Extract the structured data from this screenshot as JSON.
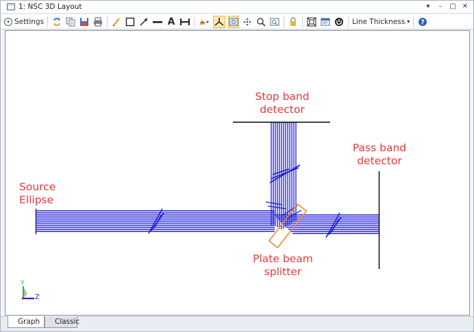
{
  "window": {
    "title": "1: NSC 3D Layout",
    "controls": {
      "dropdown": "▾",
      "minimize": "–",
      "maximize": "□",
      "close": "✕"
    }
  },
  "toolbar": {
    "settings_label": "Settings",
    "line_thickness_label": "Line Thickness",
    "text_tool_glyph": "A",
    "icons": [
      "refresh-icon",
      "copy-icon",
      "save-icon",
      "print-icon",
      "pencil-icon",
      "rectangle-icon",
      "arrow-icon",
      "line-icon",
      "text-icon",
      "dimension-icon",
      "rotate-icon",
      "axes-icon",
      "pan-icon",
      "zoom-icon",
      "zoom-box-icon",
      "lock-icon",
      "fit-icon",
      "window-icon",
      "power-icon",
      "help-icon"
    ]
  },
  "graph": {
    "labels": {
      "source": [
        "Source",
        "Ellipse"
      ],
      "stop": [
        "Stop band",
        "detector"
      ],
      "pass": [
        "Pass band",
        "detector"
      ],
      "splitter": [
        "Plate beam",
        "splitter"
      ]
    },
    "axis": {
      "y": "Y",
      "z": "Z"
    },
    "colors": {
      "rays": "#1a1adc",
      "splitter": "#ee8a2c",
      "labels": "#e8373a",
      "detector": "#000000",
      "axis_y": "#2fbf2f",
      "axis_z": "#2020e0"
    }
  },
  "tabs": [
    {
      "label": "Graph",
      "selected": true
    },
    {
      "label": "Classic",
      "selected": false
    }
  ]
}
